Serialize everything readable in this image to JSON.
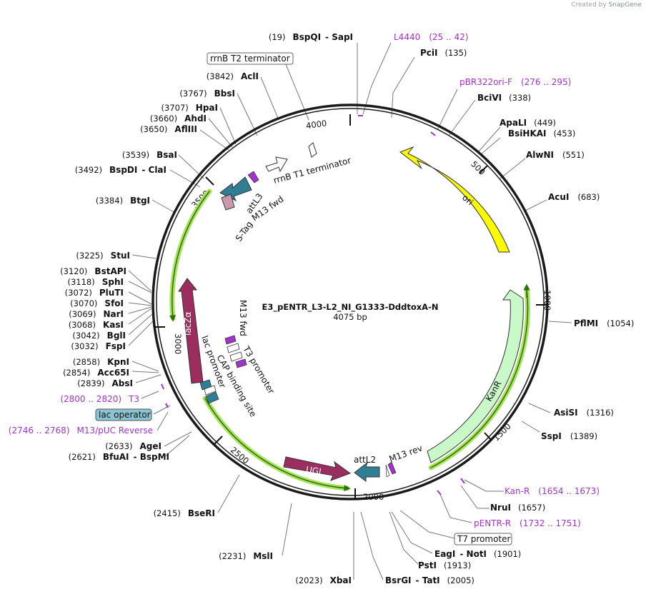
{
  "watermark": {
    "prefix": "Created by",
    "brand": "SnapGene"
  },
  "plasmid": {
    "name": "E3_pENTR_L3-L2_NI_G1333-DddtoxA-N",
    "length_label": "4075 bp"
  },
  "ticks": [
    "4000",
    "500",
    "1000",
    "1500",
    "2000",
    "2500",
    "3000",
    "3500"
  ],
  "sites_right": [
    {
      "name": "L4440",
      "pos": "(25 .. 42)",
      "kind": "primer"
    },
    {
      "name": "PciI",
      "pos": "(135)"
    },
    {
      "name": "pBR322ori-F",
      "pos": "(276 .. 295)",
      "kind": "primer"
    },
    {
      "name": "BciVI",
      "pos": "(338)"
    },
    {
      "name": "ApaLI",
      "pos": "(449)"
    },
    {
      "name": "BsiHKAI",
      "pos": "(453)"
    },
    {
      "name": "AlwNI",
      "pos": "(551)"
    },
    {
      "name": "AcuI",
      "pos": "(683)"
    },
    {
      "name": "PflMI",
      "pos": "(1054)"
    },
    {
      "name": "AsiSI",
      "pos": "(1316)"
    },
    {
      "name": "SspI",
      "pos": "(1389)"
    },
    {
      "name": "Kan-R",
      "pos": "(1654 .. 1673)",
      "kind": "primer"
    },
    {
      "name": "NruI",
      "pos": "(1657)"
    },
    {
      "name": "pENTR-R",
      "pos": "(1732 .. 1751)",
      "kind": "primer"
    },
    {
      "name": "EagI",
      "name2": "NotI",
      "pos": "(1901)"
    },
    {
      "name": "PstI",
      "pos": "(1913)"
    },
    {
      "name": "BsrGI",
      "name2": "TatI",
      "pos": "(2005)"
    }
  ],
  "sites_left": [
    {
      "name": "BspQI",
      "name2": "SapI",
      "pos": "(19)"
    },
    {
      "name": "AclI",
      "pos": "(3842)"
    },
    {
      "name": "BbsI",
      "pos": "(3767)"
    },
    {
      "name": "HpaI",
      "pos": "(3707)"
    },
    {
      "name": "AhdI",
      "pos": "(3660)"
    },
    {
      "name": "AflIII",
      "pos": "(3650)"
    },
    {
      "name": "BsaI",
      "pos": "(3539)"
    },
    {
      "name": "BspDI",
      "name2": "ClaI",
      "pos": "(3492)"
    },
    {
      "name": "BtgI",
      "pos": "(3384)"
    },
    {
      "name": "StuI",
      "pos": "(3225)"
    },
    {
      "name": "BstAPI",
      "pos": "(3120)"
    },
    {
      "name": "SphI",
      "pos": "(3118)"
    },
    {
      "name": "PluTI",
      "pos": "(3072)"
    },
    {
      "name": "SfoI",
      "pos": "(3070)"
    },
    {
      "name": "NarI",
      "pos": "(3069)"
    },
    {
      "name": "KasI",
      "pos": "(3068)"
    },
    {
      "name": "BglI",
      "pos": "(3042)"
    },
    {
      "name": "FspI",
      "pos": "(3032)"
    },
    {
      "name": "KpnI",
      "pos": "(2858)"
    },
    {
      "name": "Acc65I",
      "pos": "(2854)"
    },
    {
      "name": "AbsI",
      "pos": "(2839)"
    },
    {
      "name": "T3",
      "pos": "(2800 .. 2820)",
      "kind": "primer"
    },
    {
      "name": "M13/pUC Reverse",
      "pos": "(2746 .. 2768)",
      "kind": "primer"
    },
    {
      "name": "AgeI",
      "pos": "(2633)"
    },
    {
      "name": "BfuAI",
      "name2": "BspMI",
      "pos": "(2621)"
    },
    {
      "name": "BseRI",
      "pos": "(2415)"
    },
    {
      "name": "MslI",
      "pos": "(2231)"
    },
    {
      "name": "XbaI",
      "pos": "(2023)"
    }
  ],
  "boxed_labels": {
    "rrnb_t2": "rrnB T2 terminator",
    "lac_operator": "lac operator",
    "t7_promoter": "T7 promoter"
  },
  "features": {
    "ori": "ori",
    "kanr": "KanR",
    "lacza": "lacZα",
    "ugi": "UGI",
    "attl3": "attL3",
    "attl2": "attL2",
    "m13fwd": "M13 fwd",
    "m13rev": "M13 rev",
    "stag": "S-Tag",
    "rrnb_t1": "rrnB T1 terminator",
    "m13fwd_inner": "M13 fwd",
    "t3_promoter": "T3 promoter",
    "lac_promoter": "lac promoter",
    "cap_site": "CAP binding site"
  },
  "colors": {
    "ori": "#fbfb00",
    "kanr": "#c9f8c9",
    "lacza": "#9b2d5f",
    "ugi": "#9b2d5f",
    "att": "#2f7e94",
    "stag": "#c99aad",
    "primer": "#a033c8",
    "lac_operator": "#8ac3d1",
    "backbone_highlight": "#a7e35b"
  }
}
